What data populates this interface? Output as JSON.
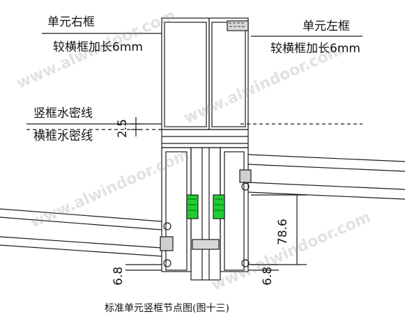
{
  "labels": {
    "right_frame_unit": "单元右框",
    "right_frame_ext": "较横框加长6mm",
    "left_frame_unit": "单元左框",
    "left_frame_ext": "较横框加长6mm",
    "mullion_waterline": "竖框水密线",
    "transom_waterline": "横框水密线"
  },
  "dimensions": {
    "d1": "2.5",
    "d2": "78.6",
    "d3": "6.8",
    "d4": "6.8"
  },
  "watermark": "www.alwindoor.com",
  "caption": "标准单元竖框节点图(图十三)",
  "colors": {
    "line": "#1a1a1a",
    "gasket": "#22cc33",
    "fill": "#ffffff"
  }
}
